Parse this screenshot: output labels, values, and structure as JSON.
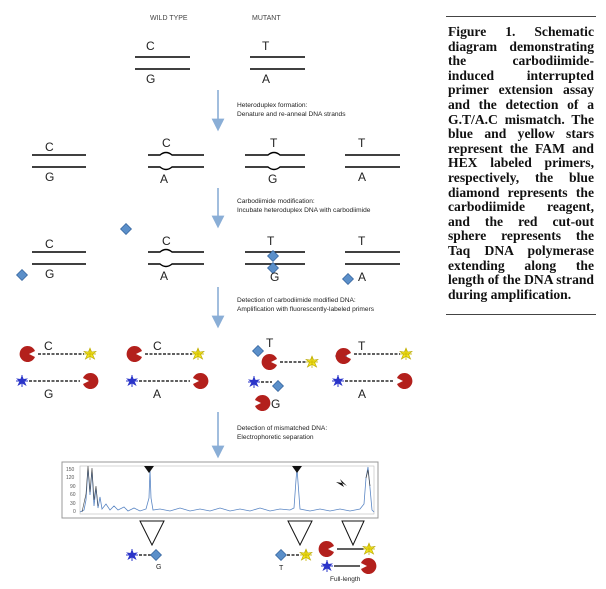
{
  "headers": {
    "wild_type": "WILD TYPE",
    "mutant": "MUTANT"
  },
  "steps": [
    {
      "title": "Heteroduplex formation:",
      "detail": "Denature and re-anneal DNA strands"
    },
    {
      "title": "Carbodiimide modification:",
      "detail": "Incubate heteroduplex DNA with carbodiimide"
    },
    {
      "title": "Detection of carbodiimide modified DNA:",
      "detail": "Amplification with fluorescently-labeled primers"
    },
    {
      "title": "Detection of mismatched DNA:",
      "detail": "Electrophoretic separation"
    }
  ],
  "bases": {
    "wt_top": "C",
    "wt_bottom": "G",
    "mut_top": "T",
    "mut_bottom": "A",
    "duplexes": [
      {
        "top": "C",
        "bottom": "G"
      },
      {
        "top": "C",
        "bottom": "A"
      },
      {
        "top": "T",
        "bottom": "G"
      },
      {
        "top": "T",
        "bottom": "A"
      }
    ]
  },
  "electropherogram": {
    "y_ticks": [
      "150",
      "120",
      "90",
      "60",
      "30",
      "0"
    ],
    "fragment_labels": {
      "g_fragment": "G",
      "t_fragment": "T",
      "full_length": "Full-length"
    }
  },
  "caption": "Figure 1. Schematic diagram demonstrating the carbodiimide-induced interrupted primer extension assay and the detection of a G.T/A.C mismatch. The blue and yellow stars represent the FAM and HEX labeled primers, respectively, the blue diamond represents the carbodiimide reagent, and the red cut-out sphere represents the Taq DNA polymerase extending along the length of the DNA strand during amplification.",
  "colors": {
    "arrow": "#8aaed6",
    "diamond": "#5b8fc9",
    "polymerase": "#b3201c",
    "fam_star": "#2a34c9",
    "hex_star": "#f2e21c",
    "trace": "#5a86c4"
  }
}
